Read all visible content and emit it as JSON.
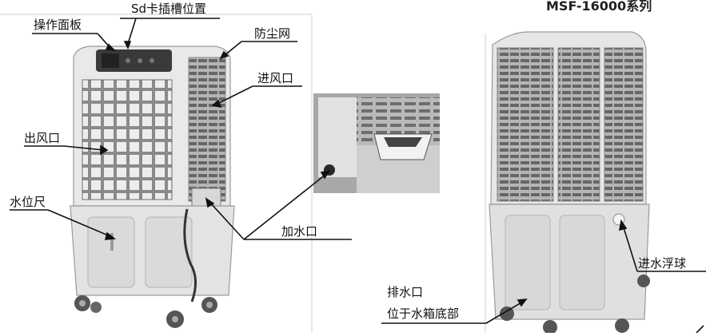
{
  "title": "MSF-16000系列",
  "labels": {
    "control_panel": "操作面板",
    "sd_slot": "Sd卡插槽位置",
    "dust_filter": "防尘网",
    "air_inlet": "进风口",
    "air_outlet": "出风口",
    "water_gauge": "水位尺",
    "water_inlet": "加水口",
    "inlet_float": "进水浮球",
    "drain_line1": "排水口",
    "drain_line2": "位于水箱底部"
  }
}
